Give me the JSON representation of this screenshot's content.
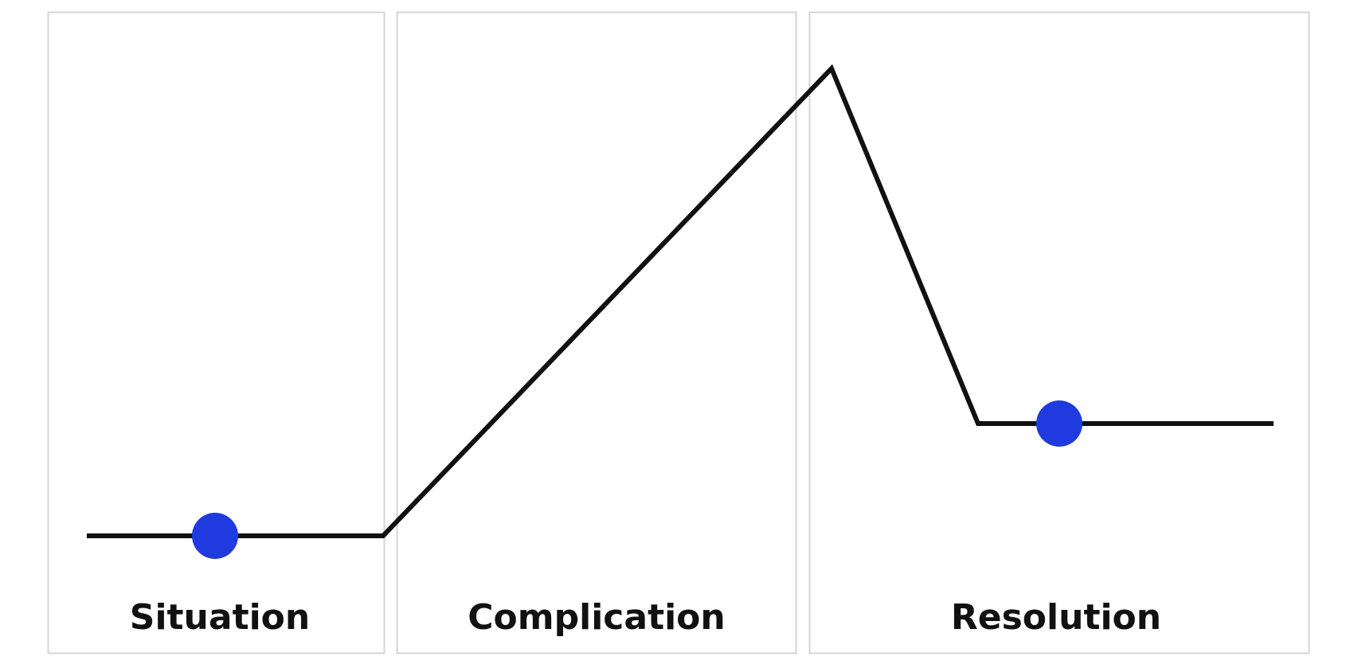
{
  "panels": [
    {
      "label": "Situation"
    },
    {
      "label": "Complication"
    },
    {
      "label": "Resolution"
    }
  ],
  "colors": {
    "panel_border": "#d4d4d4",
    "line": "#111111",
    "marker": "#1f3ade",
    "label": "#111111"
  }
}
